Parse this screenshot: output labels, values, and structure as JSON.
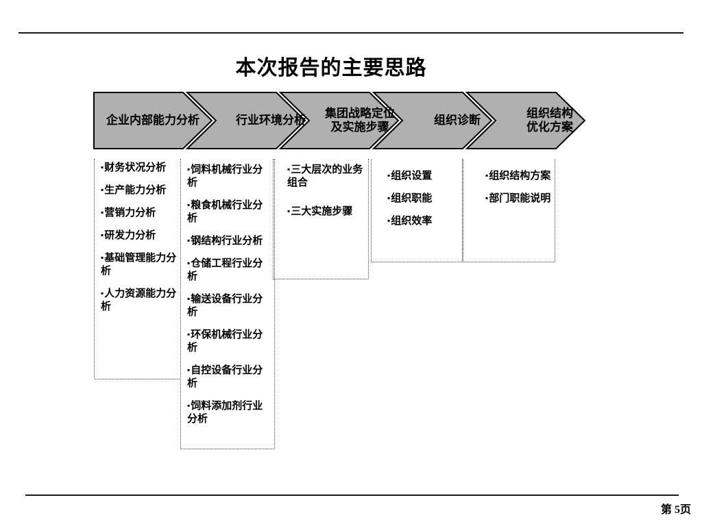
{
  "slide": {
    "title": "本次报告的主要思路",
    "page_label": "第 5页"
  },
  "icons": {
    "bullet": "▪"
  },
  "process": {
    "steps": [
      {
        "label": "企业内部能力分析"
      },
      {
        "label": "行业环境分析"
      },
      {
        "label": "集团战略定位\n及实施步骤"
      },
      {
        "label": "组织诊断"
      },
      {
        "label": "组织结构\n优化方案"
      }
    ]
  },
  "columns": [
    {
      "items": [
        "财务状况分析",
        "生产能力分析",
        "营销力分析",
        "研发力分析",
        "基础管理能力分析",
        "人力资源能力分析"
      ]
    },
    {
      "items": [
        "饲料机械行业分析",
        "粮食机械行业分析",
        "钢结构行业分析",
        "仓储工程行业分析",
        "输送设备行业分析",
        "环保机械行业分析",
        "自控设备行业分析",
        "饲料添加剂行业分析"
      ]
    },
    {
      "items": [
        "三大层次的业务组合",
        "三大实施步骤"
      ]
    },
    {
      "items": [
        "组织设置",
        "组织职能",
        "组织效率"
      ]
    },
    {
      "items": [
        "组织结构方案",
        "部门职能说明"
      ]
    }
  ],
  "colors": {
    "chevron_fill": "#B0B0B0",
    "chevron_stroke": "#000000",
    "rule": "#1a1a1a"
  }
}
